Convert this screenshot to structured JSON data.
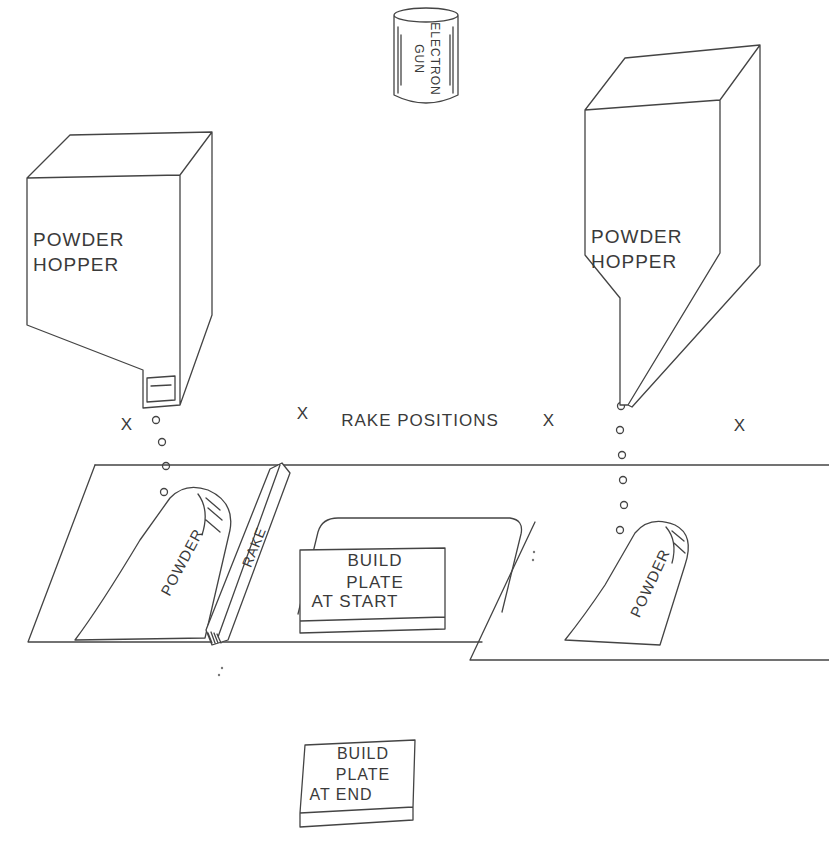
{
  "diagram": {
    "nodes": [
      {
        "text": [
          "ELECTRON GUN"
        ]
      },
      {
        "text": [
          "POWDER HOPPER"
        ]
      },
      {
        "text": [
          "POWDER HOPPER"
        ]
      },
      {
        "text": [
          "POWDER"
        ]
      },
      {
        "text": [
          "RAKE"
        ]
      },
      {
        "text": [
          "BUILD PLATE",
          "AT START"
        ]
      },
      {
        "text": [
          "POWDER"
        ]
      },
      {
        "text": [
          "BUILD PLATE",
          "AT END"
        ]
      }
    ],
    "labels": [
      "X",
      "X",
      "RAKE POSITIONS",
      "X",
      "X"
    ]
  }
}
